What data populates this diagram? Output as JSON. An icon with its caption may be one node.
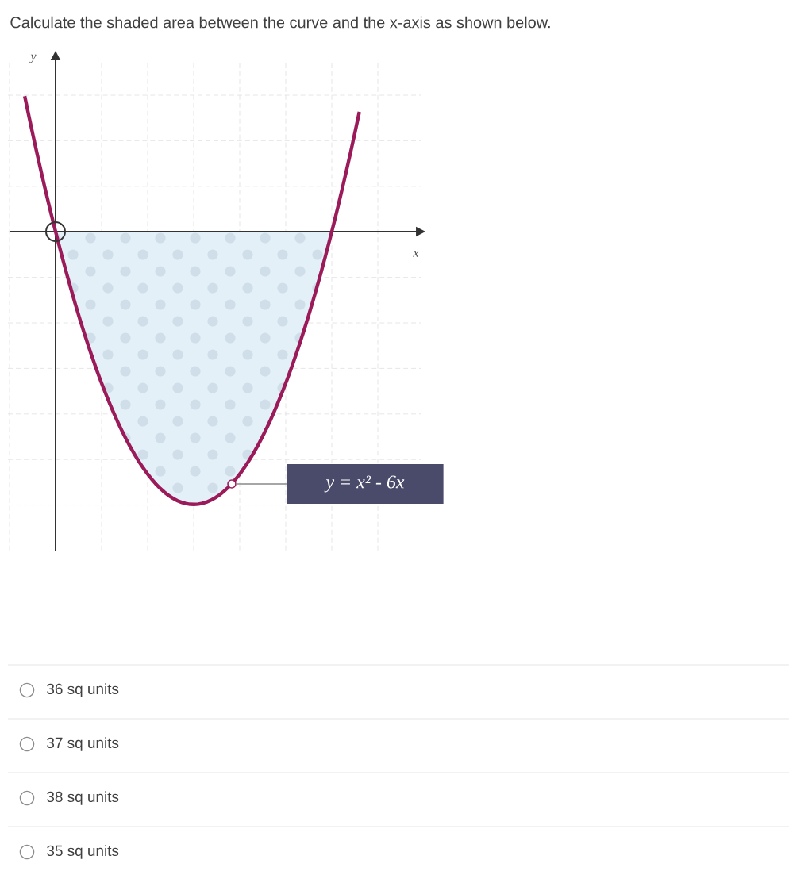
{
  "diagram": {
    "title": "Calculate the shaded area between the curve and the x-axis as shown below.",
    "nodes": [
      {
        "text": [
          "y = x² - 6x"
        ]
      },
      {
        "text": [],
        "shape": "circle"
      }
    ],
    "edges": [
      {
        "from": 0,
        "to": 1,
        "arrow": "none"
      }
    ],
    "labels": [
      "y",
      "x",
      "36 sq units",
      "37 sq units",
      "38 sq units",
      "35 sq units"
    ]
  }
}
